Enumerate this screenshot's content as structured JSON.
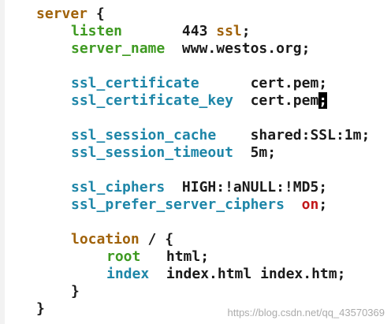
{
  "code": {
    "lines": [
      {
        "text": "  \""
      },
      {
        "kw": "server",
        "plain": " {"
      },
      {
        "kw": "listen",
        "plain": "       443 ",
        "kw2": "ssl",
        "plain2": ";"
      },
      {
        "kw": "server_name",
        "plain": "  www.westos.org;"
      },
      {
        "kw": "ssl_certificate",
        "plain": "      cert.pem;"
      },
      {
        "kw": "ssl_certificate_key",
        "plain": "  cert.pem",
        "cursor": ";"
      },
      {
        "kw": "ssl_session_cache",
        "plain": "    shared:SSL:1m;"
      },
      {
        "kw": "ssl_session_timeout",
        "plain": "  5m;"
      },
      {
        "kw": "ssl_ciphers",
        "plain": "  HIGH:!aNULL:!MD5;"
      },
      {
        "kw": "ssl_prefer_server_ciphers",
        "plain": "  ",
        "val": "on",
        "plain2": ";"
      },
      {
        "kw": "location",
        "plain": " / {"
      },
      {
        "kw": "root",
        "plain": "   html;"
      },
      {
        "kw": "index",
        "plain": "  index.html index.htm;"
      },
      {
        "text": "}"
      },
      {
        "text": "}"
      }
    ]
  },
  "watermark": "https://blog.csdn.net/qq_43570369",
  "colors": {
    "brown": "#a0620a",
    "green": "#3f9a22",
    "teal": "#1e86a8",
    "red": "#c2181a",
    "text": "#1a1a1a",
    "cursor": "#000000"
  }
}
